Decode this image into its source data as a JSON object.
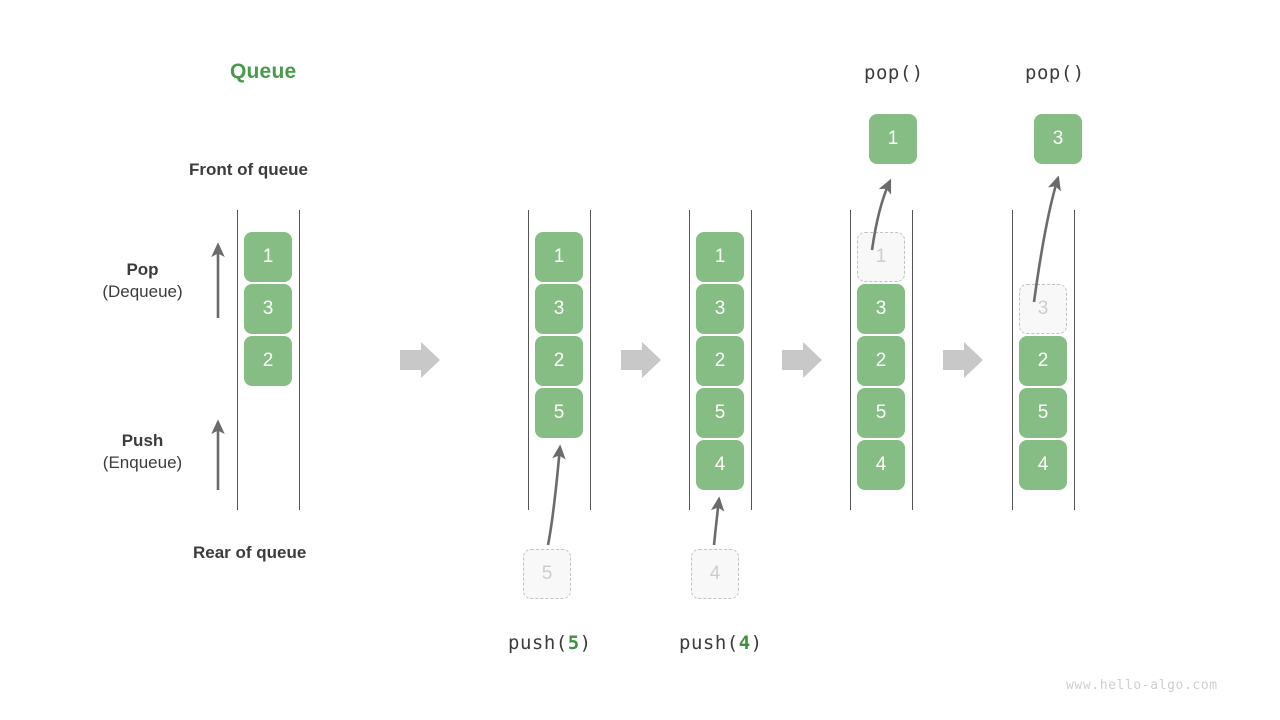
{
  "title": "Queue",
  "labels": {
    "front_of_queue": "Front of queue",
    "rear_of_queue": "Rear of queue",
    "pop_title": "Pop",
    "pop_sub": "(Dequeue)",
    "push_title": "Push",
    "push_sub": "(Enqueue)"
  },
  "watermark": "www.hello-algo.com",
  "colors": {
    "accent_green": "#4a9a4a",
    "cell_green": "#85bd85",
    "ghost_fill": "#f8f8f8",
    "ghost_border": "#c2c2c2",
    "ghost_text": "#cdcdcd",
    "rail": "#555555",
    "arrow": "#6b6b6b",
    "step_arrow": "#c8c8c8",
    "text": "#3c3c3c",
    "watermark": "#cfcfcf"
  },
  "panels": [
    {
      "id": "initial",
      "caption": null,
      "caption_arg": null,
      "popped_label": null,
      "popped_value": null,
      "cells": [
        {
          "value": "1",
          "state": "solid"
        },
        {
          "value": "3",
          "state": "solid"
        },
        {
          "value": "2",
          "state": "solid"
        }
      ],
      "incoming": null
    },
    {
      "id": "push-5",
      "caption": "push(",
      "caption_arg": "5",
      "caption_end": ")",
      "popped_label": null,
      "popped_value": null,
      "cells": [
        {
          "value": "1",
          "state": "solid"
        },
        {
          "value": "3",
          "state": "solid"
        },
        {
          "value": "2",
          "state": "solid"
        },
        {
          "value": "5",
          "state": "solid"
        }
      ],
      "incoming": {
        "value": "5",
        "state": "ghost"
      }
    },
    {
      "id": "push-4",
      "caption": "push(",
      "caption_arg": "4",
      "caption_end": ")",
      "popped_label": null,
      "popped_value": null,
      "cells": [
        {
          "value": "1",
          "state": "solid"
        },
        {
          "value": "3",
          "state": "solid"
        },
        {
          "value": "2",
          "state": "solid"
        },
        {
          "value": "5",
          "state": "solid"
        },
        {
          "value": "4",
          "state": "solid"
        }
      ],
      "incoming": {
        "value": "4",
        "state": "ghost"
      }
    },
    {
      "id": "pop-1",
      "caption": null,
      "caption_arg": null,
      "popped_label": "pop()",
      "popped_value": "1",
      "cells": [
        {
          "value": "1",
          "state": "ghost"
        },
        {
          "value": "3",
          "state": "solid"
        },
        {
          "value": "2",
          "state": "solid"
        },
        {
          "value": "5",
          "state": "solid"
        },
        {
          "value": "4",
          "state": "solid"
        }
      ],
      "incoming": null
    },
    {
      "id": "pop-3",
      "caption": null,
      "caption_arg": null,
      "popped_label": "pop()",
      "popped_value": "3",
      "cells": [
        {
          "value": "",
          "state": "empty"
        },
        {
          "value": "3",
          "state": "ghost"
        },
        {
          "value": "2",
          "state": "solid"
        },
        {
          "value": "5",
          "state": "solid"
        },
        {
          "value": "4",
          "state": "solid"
        }
      ],
      "incoming": null
    }
  ],
  "icons": {
    "step_arrow": "step-arrow-icon",
    "up_arrow": "up-arrow-icon",
    "move_arrow": "move-arrow-icon"
  }
}
